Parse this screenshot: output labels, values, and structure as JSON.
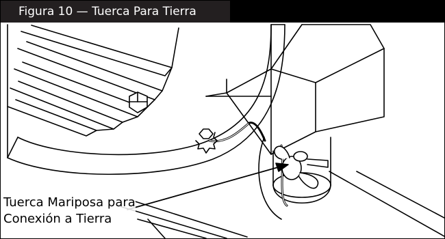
{
  "figure": {
    "title": "Figura 10 — Tuerca Para Tierra"
  },
  "callout": {
    "line1": "Tuerca Mariposa para",
    "line2": "Conexión a Tierra"
  },
  "colors": {
    "title_bar": "#000000",
    "line": "#000000",
    "background": "#ffffff"
  }
}
